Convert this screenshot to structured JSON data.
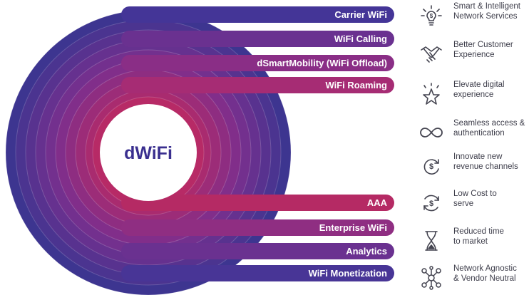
{
  "diagram": {
    "center_label": "dWiFi",
    "top_pills": [
      "Carrier WiFi",
      "WiFi Calling",
      "dSmartMobility (WiFi Offload)",
      "WiFi Roaming"
    ],
    "bottom_pills": [
      "AAA",
      "Enterprise WiFi",
      "Analytics",
      "WiFi Monetization"
    ]
  },
  "benefits": [
    {
      "icon": "lightbulb-dollar-icon",
      "line1": "Smart & Intelligent",
      "line2": "Network Services"
    },
    {
      "icon": "handshake-icon",
      "line1": "Better Customer",
      "line2": "Experience"
    },
    {
      "icon": "star-icon",
      "line1": "Elevate digital",
      "line2": "experience"
    },
    {
      "icon": "infinity-link-icon",
      "line1": "Seamless access &",
      "line2": "authentication"
    },
    {
      "icon": "dollar-refresh-icon",
      "line1": "Innovate new",
      "line2": "revenue channels"
    },
    {
      "icon": "dollar-cycle-icon",
      "line1": "Low Cost to",
      "line2": "serve"
    },
    {
      "icon": "hourglass-icon",
      "line1": "Reduced time",
      "line2": "to market"
    },
    {
      "icon": "network-nodes-icon",
      "line1": "Network Agnostic",
      "line2": "& Vendor Neutral"
    }
  ],
  "colors": {
    "outer_purple": "#3d3590",
    "mid_purple": "#7a2f8e",
    "inner_magenta": "#b72a66",
    "center_text": "#3a2f8f",
    "icon_gray": "#444450"
  }
}
